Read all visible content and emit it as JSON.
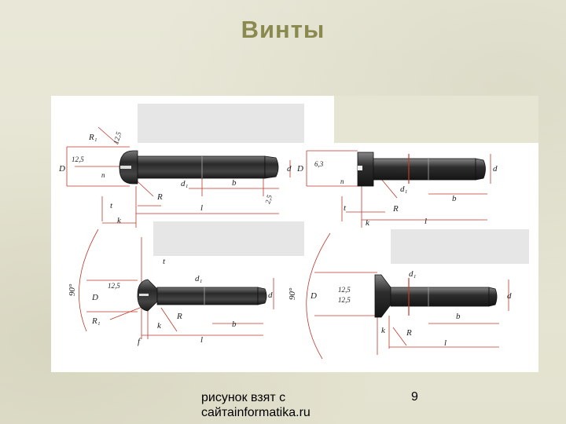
{
  "slide": {
    "title": "Винты",
    "caption_line1": "рисунок взят с",
    "caption_line2": "сайтаinformatika.ru",
    "page_number": "9"
  },
  "drawing_labels": {
    "R1": "R₁",
    "R": "R",
    "D": "D",
    "d": "d",
    "d1": "d₁",
    "b": "b",
    "l": "l",
    "k": "k",
    "t": "t",
    "n": "n",
    "f": "f",
    "r12_5": "12,5",
    "r6_3": "6,3",
    "r2_5": "2,5",
    "angle90": "90°"
  },
  "colors": {
    "title": "#8a8a50",
    "dim_line": "#c0392b",
    "screw_dark": "#2b2b2b",
    "panel_gray": "#e6e6e6"
  }
}
